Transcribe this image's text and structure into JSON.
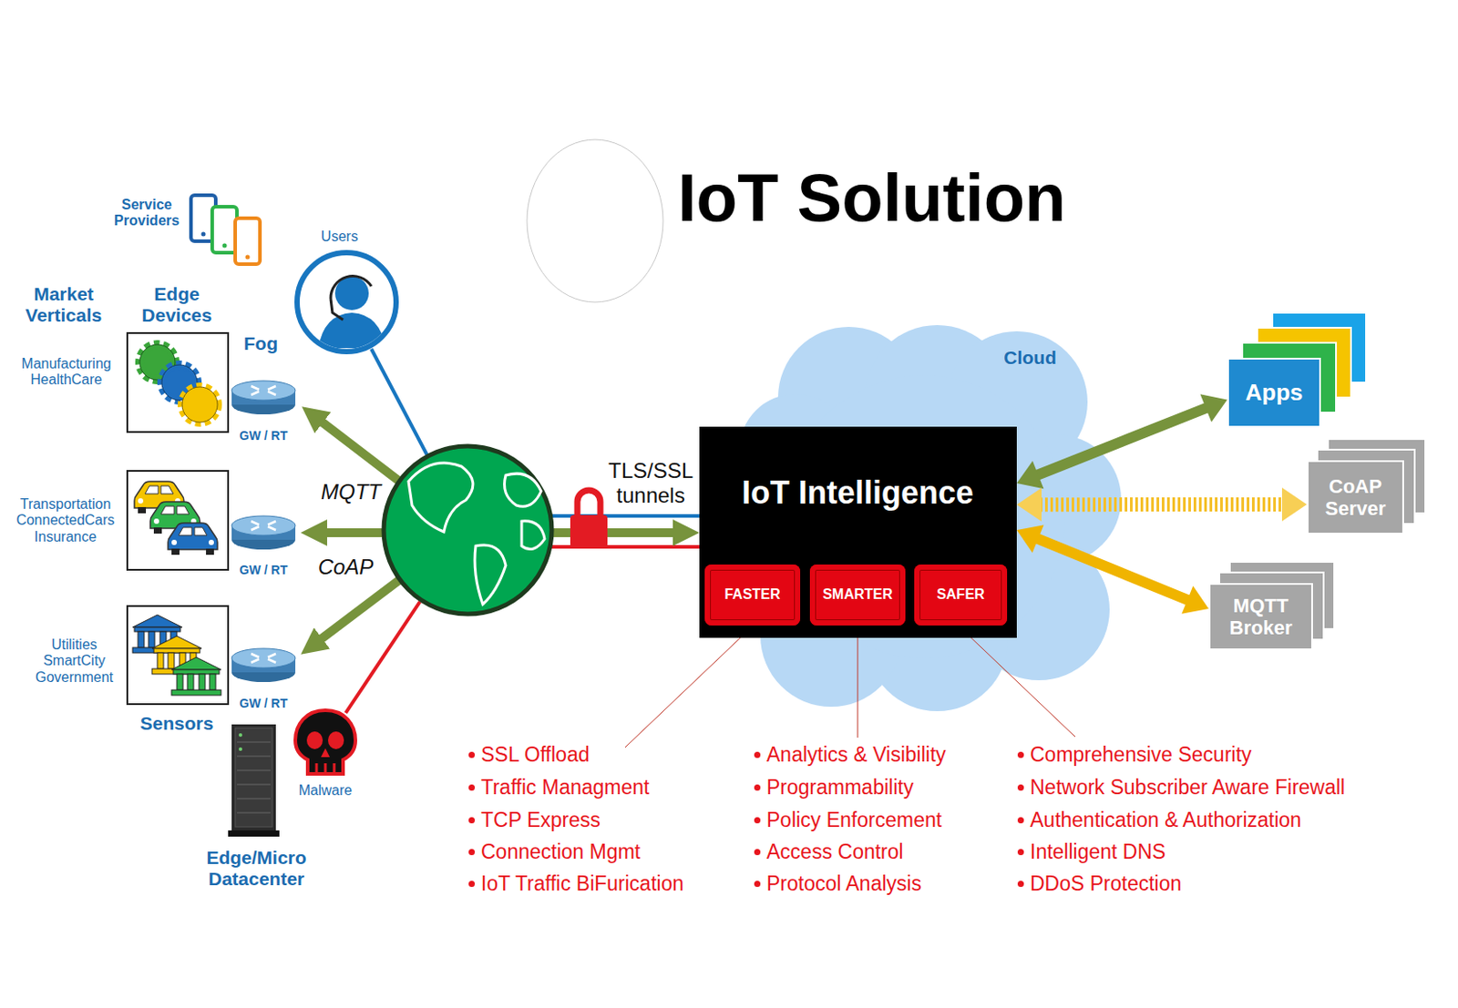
{
  "diagram": {
    "title": "IoT Solution",
    "nodes": [
      {
        "text": [
          "Users"
        ]
      },
      {
        "text": [
          "GW / RT"
        ]
      },
      {
        "text": [
          "GW / RT"
        ]
      },
      {
        "text": [
          "GW / RT"
        ]
      },
      {
        "text": [
          "Edge/Micro Datacenter"
        ]
      },
      {
        "text": [
          "Malware"
        ]
      },
      {
        "text": [
          "Cloud"
        ]
      },
      {
        "text": [
          "IoT Intelligence"
        ],
        "in": 6
      },
      {
        "text": [
          "FASTER"
        ],
        "in": 7
      },
      {
        "text": [
          "SMARTER"
        ],
        "in": 7
      },
      {
        "text": [
          "SAFER"
        ],
        "in": 7
      },
      {
        "text": [
          "Apps"
        ]
      },
      {
        "text": [
          "CoAP Server"
        ]
      },
      {
        "text": [
          "MQTT Broker"
        ]
      }
    ],
    "edges": [
      {
        "from": 7,
        "to": 11,
        "arrow": "both"
      },
      {
        "from": 7,
        "to": 12,
        "arrow": "both"
      },
      {
        "from": 7,
        "to": 13,
        "arrow": "both"
      }
    ],
    "labels": [
      "Service Providers",
      "Market Verticals",
      "Edge Devices",
      "Fog",
      "Manufacturing HealthCare",
      "Transportation ConnectedCars Insurance",
      "Utilities SmartCity Government",
      "Sensors",
      "MQTT",
      "CoAP",
      "TLS/SSL tunnels",
      "SSL Offload",
      "Traffic Managment",
      "TCP Express",
      "Connection Mgmt",
      "IoT Traffic BiFurication",
      "Analytics & Visibility",
      "Programmability",
      "Policy Enforcement",
      "Access Control",
      "Protocol Analysis",
      "Comprehensive Security",
      "Network Subscriber Aware Firewall",
      "Authentication & Authorization",
      "Intelligent DNS",
      "DDoS Protection"
    ]
  }
}
